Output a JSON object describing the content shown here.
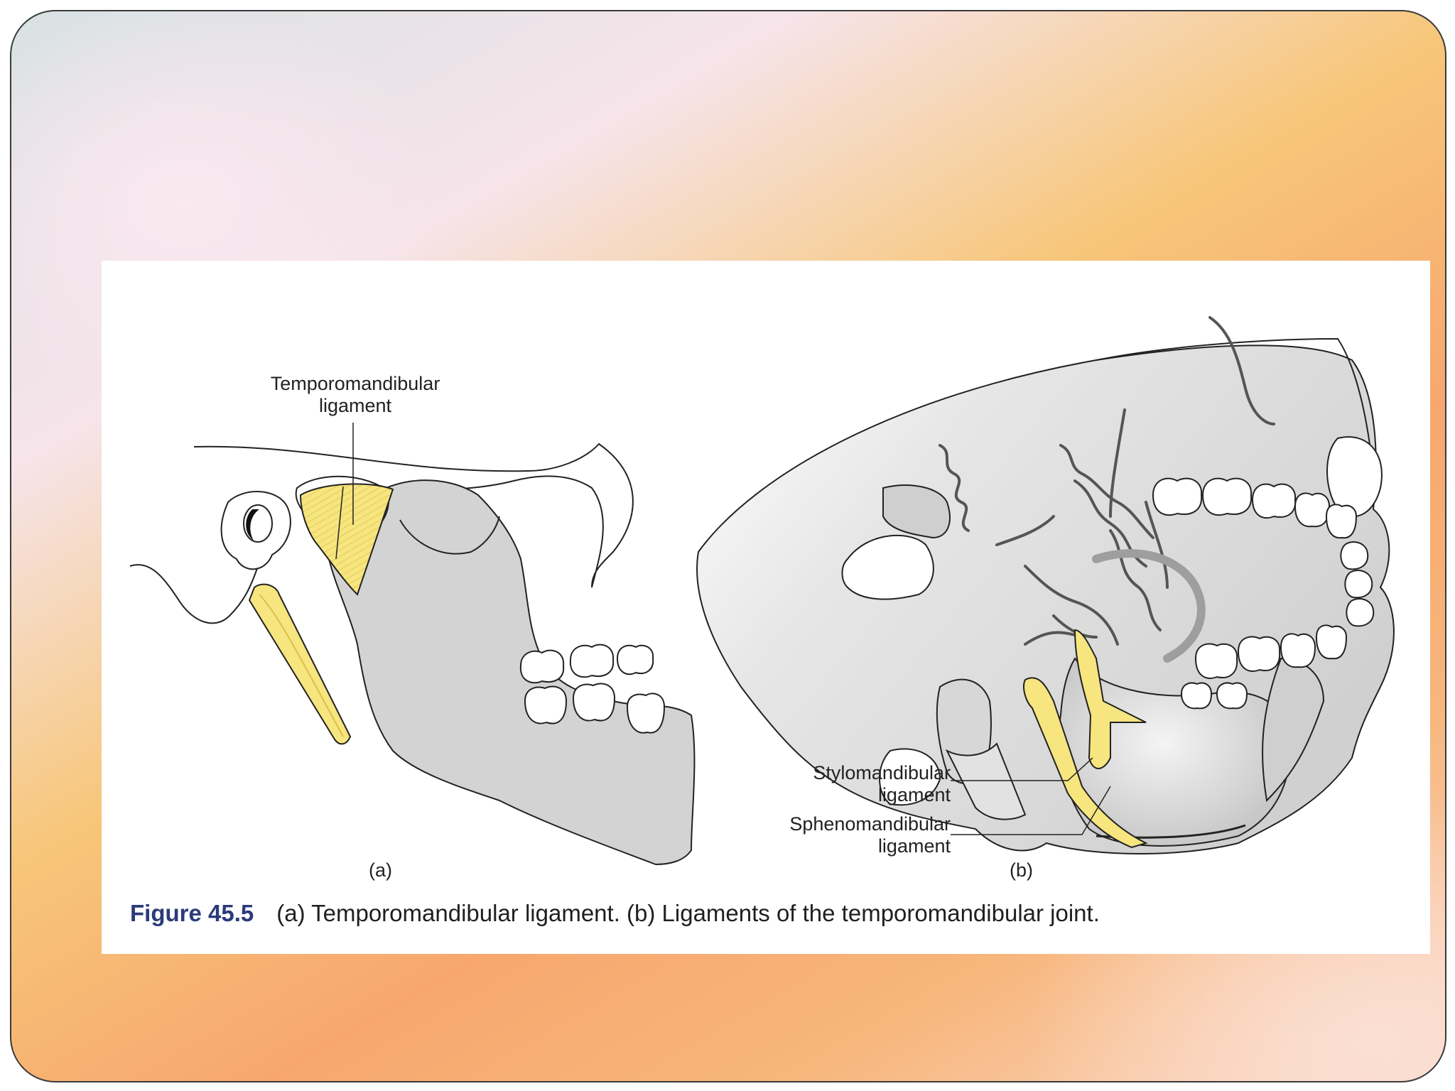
{
  "figure": {
    "labels": {
      "temporomandibular_line1": "Temporomandibular",
      "temporomandibular_line2": "ligament",
      "stylomandibular_line1": "Stylomandibular",
      "stylomandibular_line2": "ligament",
      "sphenomandibular_line1": "Sphenomandibular",
      "sphenomandibular_line2": "ligament",
      "panel_a": "(a)",
      "panel_b": "(b)"
    },
    "caption": {
      "number": "Figure 45.5",
      "text": "(a) Temporomandibular ligament. (b) Ligaments of the temporomandibular joint."
    }
  },
  "colors": {
    "bone": "#d3d3d3",
    "ligament": "#f6e27a",
    "outline": "#222222",
    "caption_number": "#2a3a7a"
  },
  "icons": [
    "skull-illustration",
    "mandible-illustration"
  ]
}
